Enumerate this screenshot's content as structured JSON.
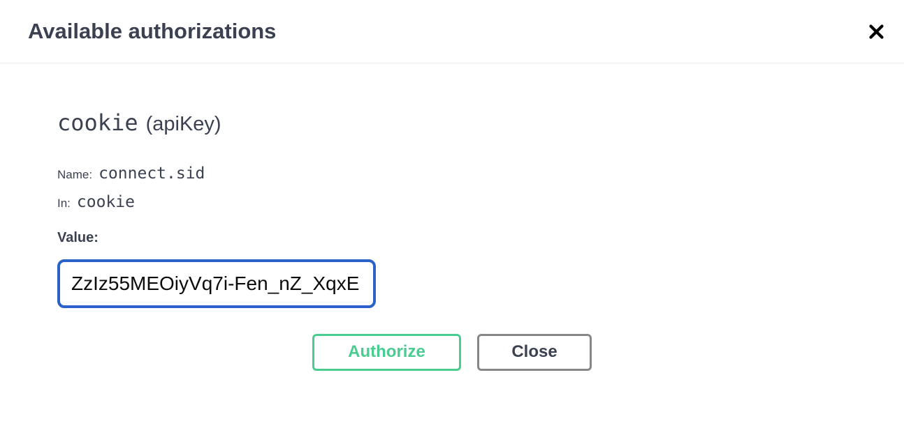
{
  "modal": {
    "title": "Available authorizations"
  },
  "icons": {
    "close": "x-mark"
  },
  "auth_scheme": {
    "name": "cookie",
    "type": "(apiKey)",
    "name_label": "Name:",
    "name_value": "connect.sid",
    "in_label": "In:",
    "in_value": "cookie",
    "value_label": "Value:",
    "value_input": {
      "value": "ZzIz55MEOiyVq7i-Fen_nZ_XqxE"
    }
  },
  "buttons": {
    "authorize": "Authorize",
    "close": "Close"
  },
  "colors": {
    "heading_text": "#3b4151",
    "authorize_green": "#49cc90",
    "close_button_border": "#878787",
    "input_focus_blue": "#2a62c9",
    "header_divider": "#ebebeb",
    "spellcheck_underline": "#f87060"
  }
}
